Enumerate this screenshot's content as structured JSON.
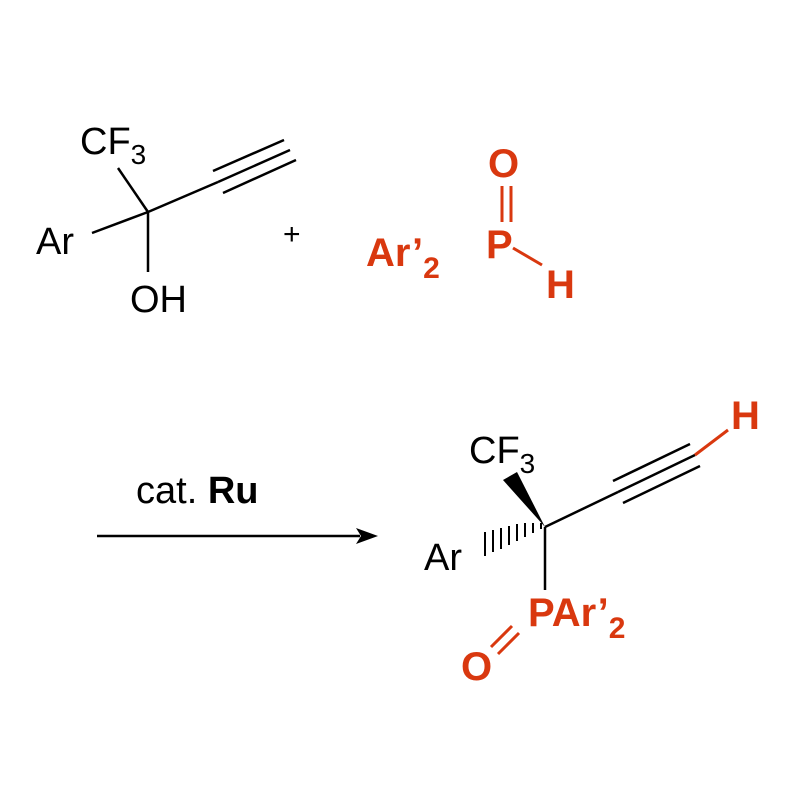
{
  "colors": {
    "ink": "#000000",
    "highlight": "#d9380f"
  },
  "reactant1": {
    "cf3": "CF",
    "cf3_sub": "3",
    "ar": "Ar",
    "oh": "OH"
  },
  "plus": "+",
  "reactant2": {
    "o": "O",
    "ar_prime": "Ar’",
    "ar_prime_sub": "2",
    "p": "P",
    "h": "H"
  },
  "reagent": {
    "prefix": "cat. ",
    "metal": "Ru"
  },
  "product": {
    "h": "H",
    "cf3": "CF",
    "cf3_sub": "3",
    "ar": "Ar",
    "par": "PAr’",
    "par_sub": "2",
    "o": "O"
  }
}
